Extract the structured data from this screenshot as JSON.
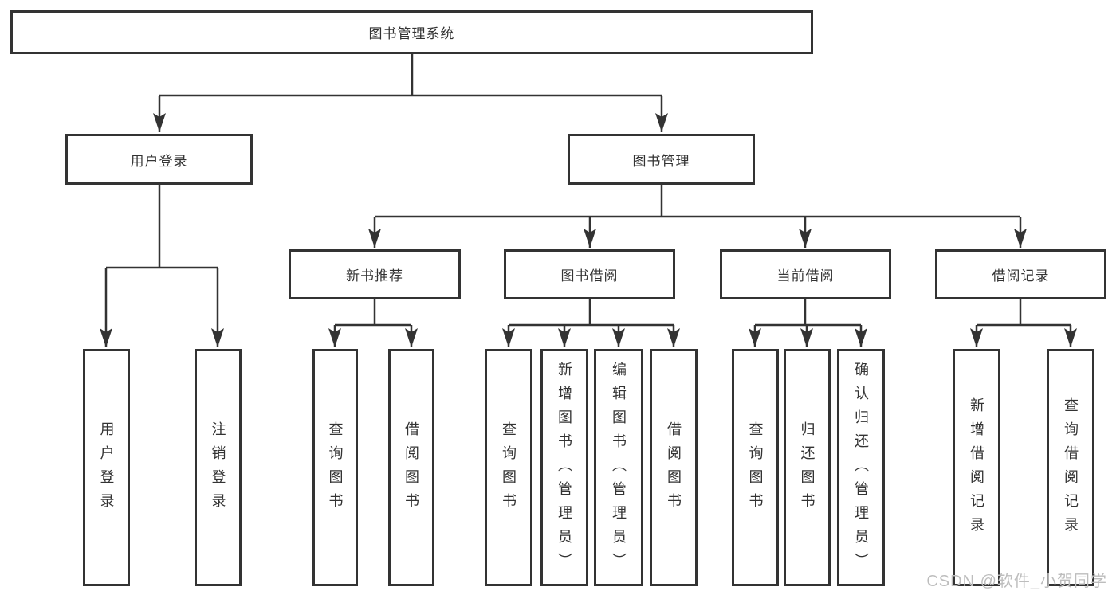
{
  "nodes": {
    "root": "图书管理系统",
    "userLogin": "用户登录",
    "bookMgmt": "图书管理",
    "newBookRec": "新书推荐",
    "bookBorrow": "图书借阅",
    "currentBorrow": "当前借阅",
    "borrowRecord": "借阅记录",
    "loginLeaf": "用户登录",
    "logoutLeaf": "注销登录",
    "nbQuery": "查询图书",
    "nbBorrow": "借阅图书",
    "bbQuery": "查询图书",
    "bbAdd": "新增图书（管理员）",
    "bbEdit": "编辑图书（管理员）",
    "bbBorrow": "借阅图书",
    "cbQuery": "查询图书",
    "cbReturn": "归还图书",
    "cbConfirm": "确认归还（管理员）",
    "brAdd": "新增借阅记录",
    "brQuery": "查询借阅记录"
  },
  "hierarchy": {
    "图书管理系统": {
      "用户登录": [
        "用户登录",
        "注销登录"
      ],
      "图书管理": {
        "新书推荐": [
          "查询图书",
          "借阅图书"
        ],
        "图书借阅": [
          "查询图书",
          "新增图书（管理员）",
          "编辑图书（管理员）",
          "借阅图书"
        ],
        "当前借阅": [
          "查询图书",
          "归还图书",
          "确认归还（管理员）"
        ],
        "借阅记录": [
          "新增借阅记录",
          "查询借阅记录"
        ]
      }
    }
  },
  "watermark": "CSDN @软件_小贺同学",
  "colors": {
    "line": "#333333",
    "border": "#333333",
    "text": "#333333",
    "background": "#ffffff",
    "watermark": "#bdbdbd"
  }
}
